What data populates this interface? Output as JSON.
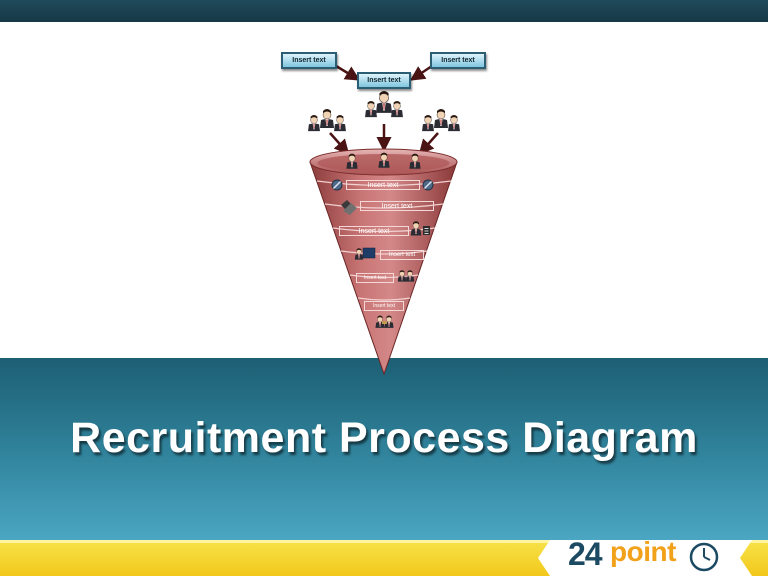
{
  "title": "Recruitment Process Diagram",
  "logo": {
    "number": "24",
    "word": "point"
  },
  "top_boxes": {
    "left": "Insert text",
    "center": "Insert text",
    "right": "Insert text"
  },
  "funnel_labels": [
    "Insert text",
    "Insert text",
    "Insert text",
    "Insert text",
    "Insert text",
    "Insert text"
  ],
  "colors": {
    "band": "#2d7e96",
    "funnel": "#b85a5a",
    "footer": "#f2c81b",
    "logo_blue": "#1c4a63",
    "logo_orange": "#f2a11b"
  },
  "icons": [
    "person-group-icon",
    "person-icon",
    "prohibited-icon",
    "handshake-icon",
    "checklist-icon",
    "meeting-icon",
    "clock-icon"
  ]
}
